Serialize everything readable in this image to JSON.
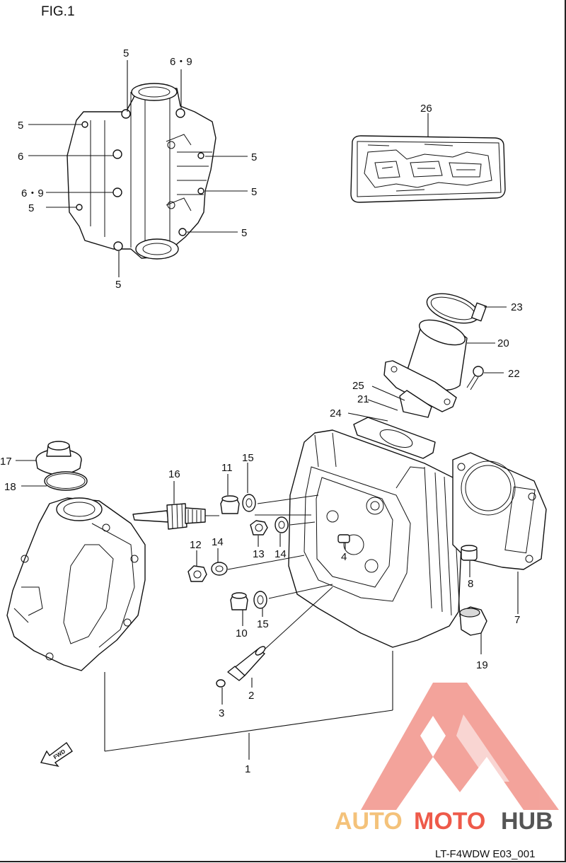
{
  "figure": {
    "title": "FIG.1",
    "code": "LT-F4WDW E03_001"
  },
  "watermark": {
    "brand_auto": "AUTO",
    "brand_moto": "MOTO",
    "brand_hub": "HUB",
    "colors": {
      "auto": "#f4c27a",
      "moto": "#ee5a4a",
      "hub": "#555555",
      "logo": "#f08a80"
    }
  },
  "fwd_arrow": {
    "label": "FWD"
  },
  "callouts": {
    "c5_top": "5",
    "c69_top": "6・9",
    "c5_lt": "5",
    "c6_l": "6",
    "c69_l": "6・9",
    "c5_l2": "5",
    "c5_r1": "5",
    "c5_r2": "5",
    "c5_r3": "5",
    "c5_bottom": "5",
    "c26": "26",
    "c23": "23",
    "c20": "20",
    "c22": "22",
    "c25": "25",
    "c21": "21",
    "c24": "24",
    "c17": "17",
    "c18": "18",
    "c16": "16",
    "c11": "11",
    "c15a": "15",
    "c13": "13",
    "c14a": "14",
    "c4": "4",
    "c12": "12",
    "c14b": "14",
    "c10": "10",
    "c15b": "15",
    "c8": "8",
    "c7": "7",
    "c19": "19",
    "c2": "2",
    "c3": "3",
    "c1": "1"
  }
}
